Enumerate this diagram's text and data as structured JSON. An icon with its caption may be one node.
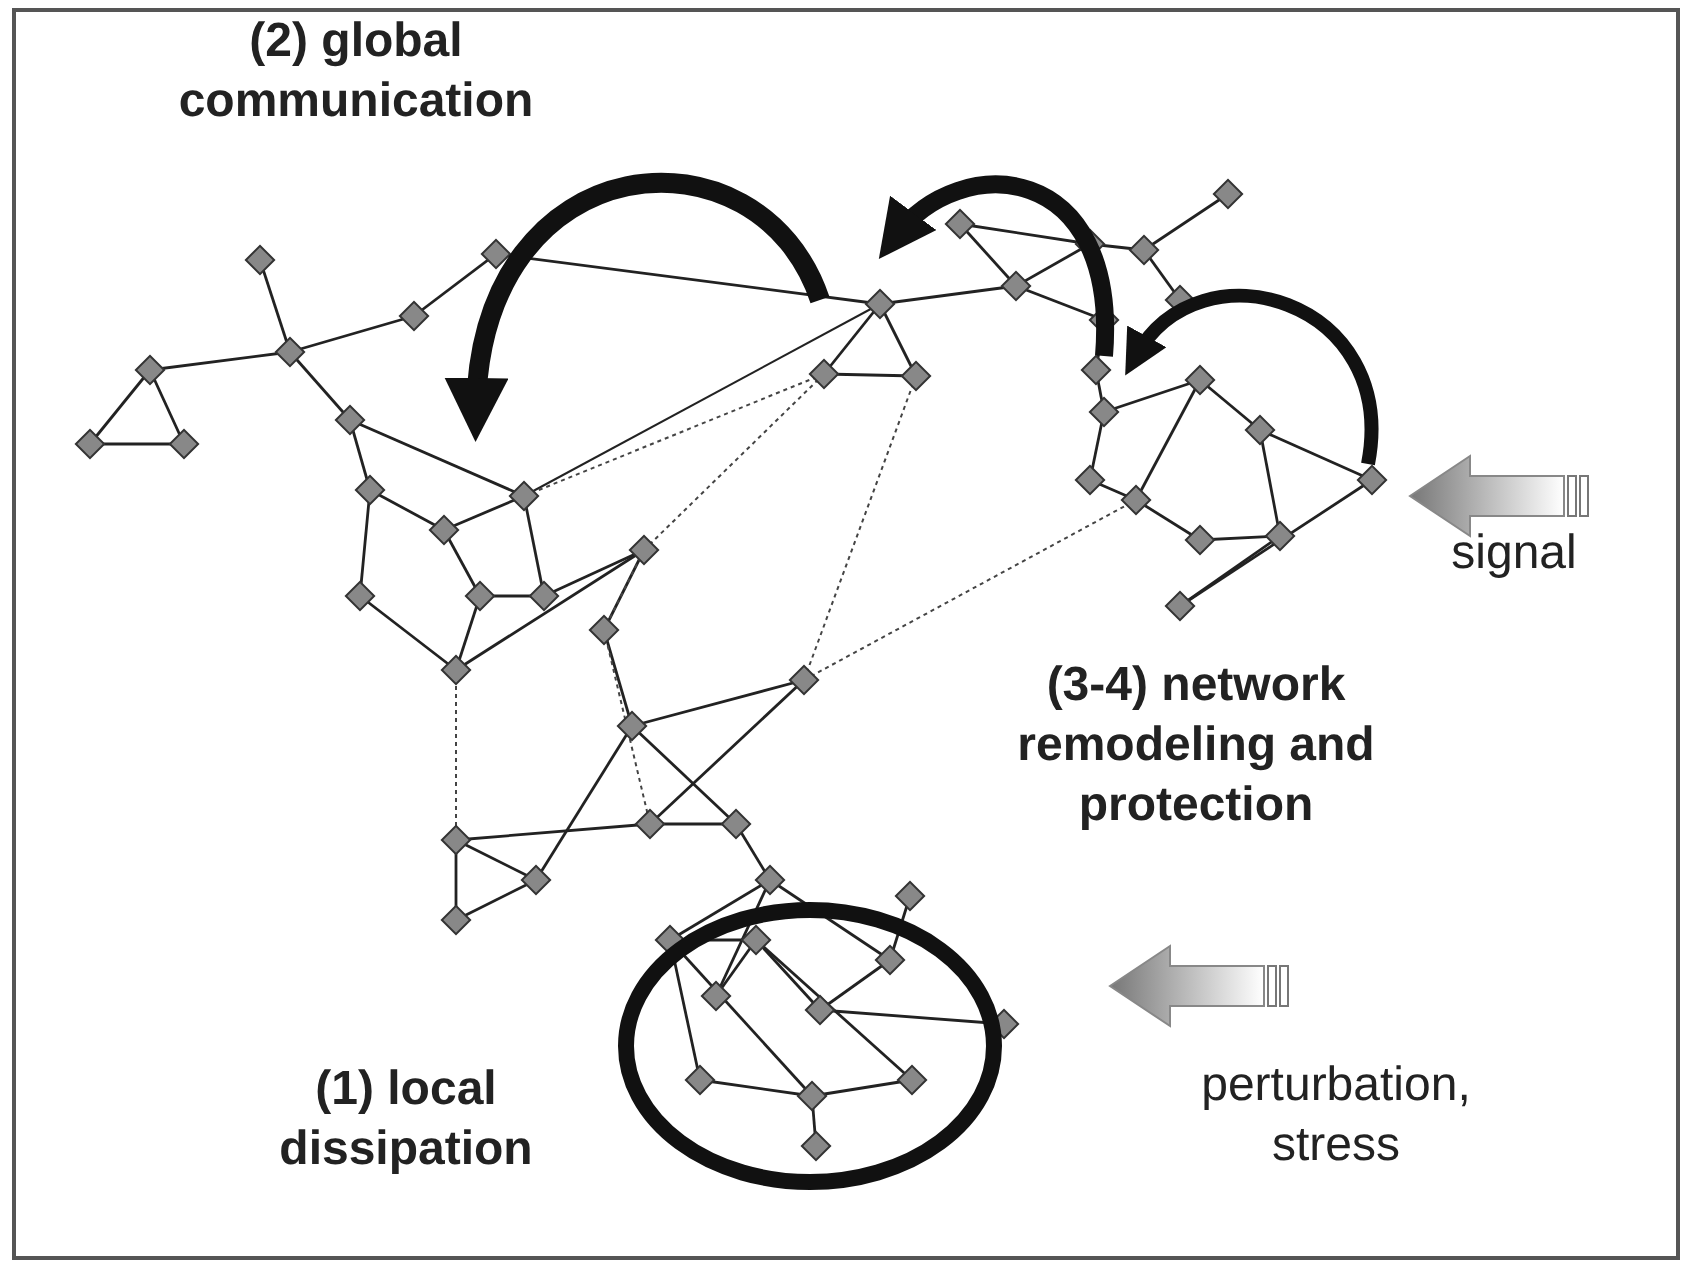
{
  "diagram": {
    "labels": [
      "(2) global communication",
      "signal",
      "(3-4) network remodeling and protection",
      "(1) local dissipation",
      "perturbation, stress"
    ]
  }
}
